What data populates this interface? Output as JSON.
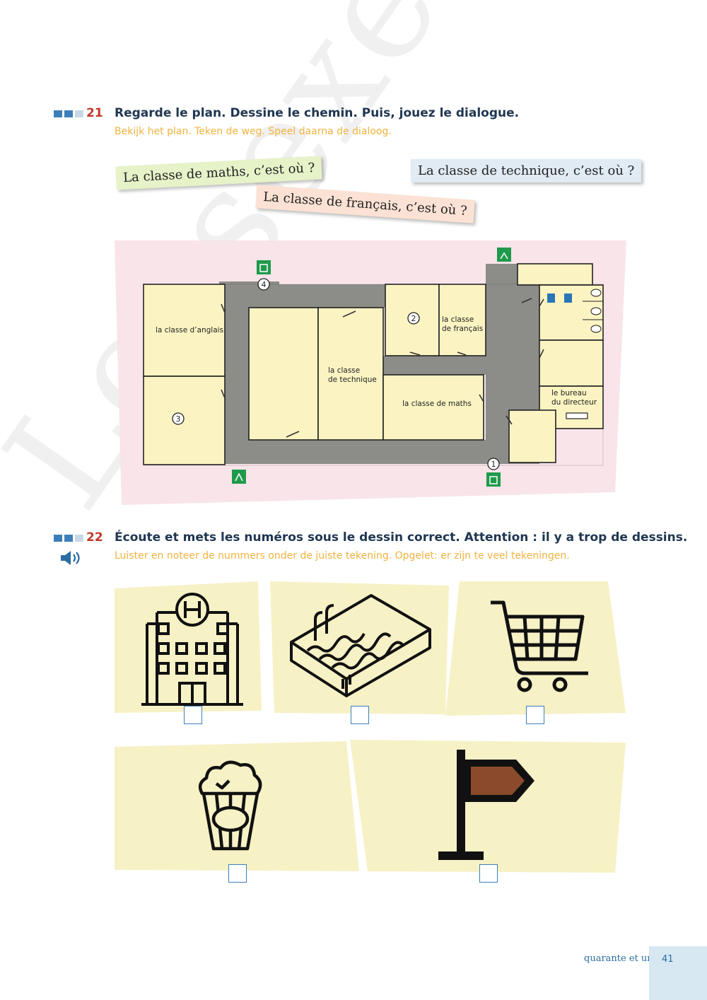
{
  "exercise21": {
    "number": "21",
    "title": "Regarde le plan. Dessine le chemin. Puis, jouez le dialogue.",
    "subtitle": "Bekijk het plan. Teken de weg. Speel daarna de dialoog.",
    "level": [
      true,
      true,
      false
    ]
  },
  "notes": {
    "maths": "La classe de maths, c’est où ?",
    "technique": "La classe de technique, c’est où ?",
    "francais": "La classe de français, c’est où ?"
  },
  "plan": {
    "rooms": {
      "anglais": "la classe d’anglais",
      "technique_1": "la classe",
      "technique_2": "de technique",
      "francais_1": "la classe",
      "francais_2": "de français",
      "maths": "la classe de maths",
      "bureau_1": "le bureau",
      "bureau_2": "du directeur"
    },
    "markers": [
      "1",
      "2",
      "3",
      "4"
    ]
  },
  "exercise22": {
    "number": "22",
    "title": "Écoute et mets les numéros sous le dessin correct. Attention : il y a trop de dessins.",
    "subtitle": "Luister en noteer de nummers onder de juiste tekening. Opgelet: er zijn te veel tekeningen.",
    "level": [
      true,
      true,
      false
    ],
    "audio_icon": "speaker-icon",
    "pictures": [
      "hotel-icon",
      "swimming-pool-icon",
      "shopping-cart-icon",
      "popcorn-icon",
      "signpost-flag-icon"
    ]
  },
  "watermark": "Leesexemplaar",
  "footer": {
    "text": "quarante et un",
    "page": "41"
  },
  "colors": {
    "accent_blue": "#3d7fb8",
    "number_red": "#c0392b",
    "subtitle_orange": "#f0b33f",
    "card_bg": "#f7f1c6",
    "corridor_grey": "#8c8c88",
    "plan_bg": "#f9e4ea"
  }
}
